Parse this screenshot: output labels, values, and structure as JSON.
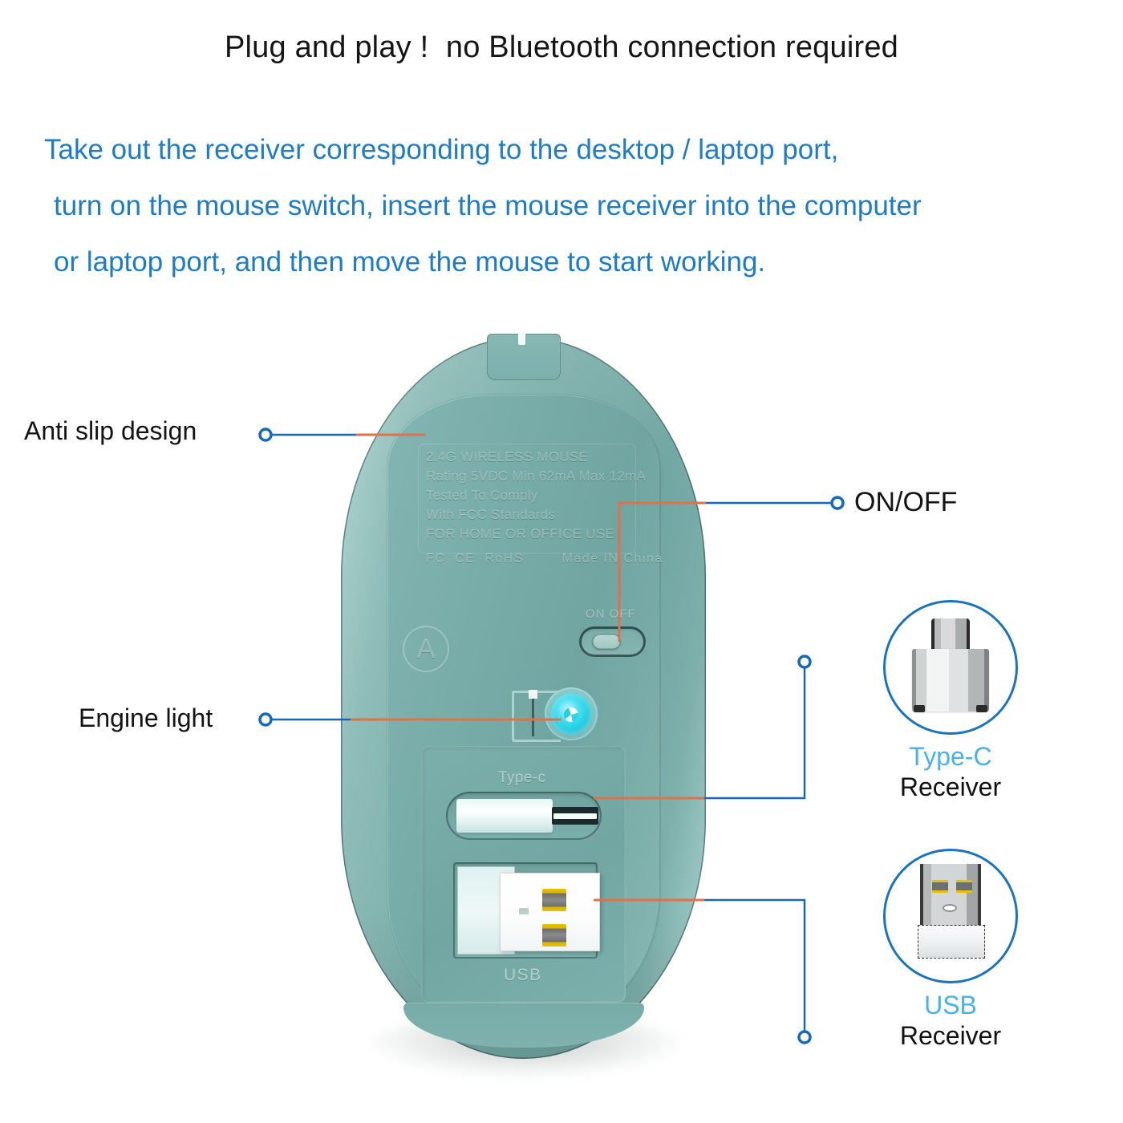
{
  "headline": "Plug and play !  no Bluetooth connection required",
  "instructions": {
    "line1": "Take out the receiver corresponding to the desktop / laptop port,",
    "line2": "turn on the mouse switch, insert the mouse receiver into the computer",
    "line3": "or laptop port, and then move the mouse to start working."
  },
  "callouts": {
    "anti_slip": "Anti slip design",
    "engine_light": "Engine light",
    "on_off": "ON/OFF"
  },
  "mouse": {
    "emboss": {
      "line1": "2.4G WIRELESS MOUSE",
      "line2": "Rating 5VDC Min 62mA Max 12mA",
      "line3": "Tested To Comply",
      "line4": "With FCC Standards",
      "line5": "FOR HOME OR OFFICE USE",
      "marks": "FC  CE  RoHS        Made IN China"
    },
    "switch_label": "ON OFF",
    "emblem": "A",
    "typec_slot_label": "Type-c",
    "usb_slot_label": "USB"
  },
  "receivers": [
    {
      "name": "Type-C",
      "sub": "Receiver"
    },
    {
      "name": "USB",
      "sub": "Receiver"
    }
  ],
  "colors": {
    "headline_text": "#151515",
    "instruction_text": "#1f7bc4",
    "leader_blue": "#1668b8",
    "leader_orange": "#e2704a",
    "mouse_teal": "#7eb0ac",
    "receiver_accent": "#49b0e8",
    "circle_outline": "#1c72bd"
  }
}
